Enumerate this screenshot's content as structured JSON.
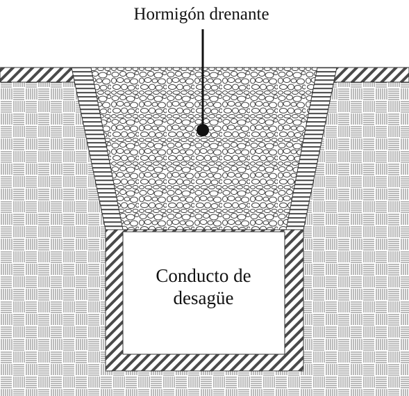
{
  "labels": {
    "drainage_concrete": "Hormigón drenante",
    "conduit_line1": "Conducto de",
    "conduit_line2": "desagüe"
  },
  "colors": {
    "line": "#333333",
    "hatch": "#555555",
    "background": "#ffffff"
  }
}
